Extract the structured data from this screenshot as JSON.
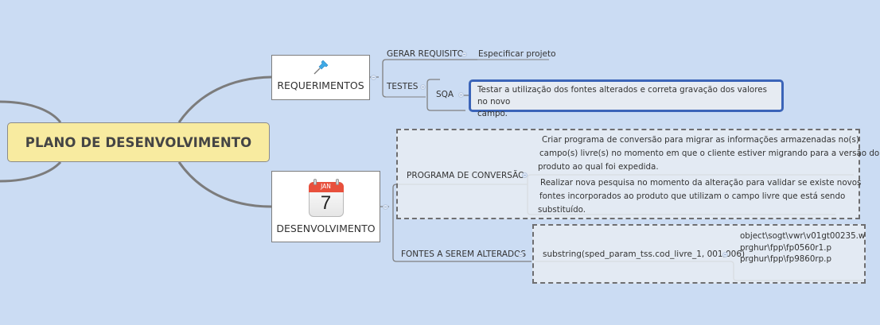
{
  "central_topic": {
    "label": "PLANO DE DESENVOLVIMENTO",
    "fill_color": "#f8eba0"
  },
  "main_topics": [
    {
      "label": "REQUERIMENTOS",
      "icon": "pushpin-icon",
      "subtopics": [
        {
          "label": "GERAR REQUISITO",
          "children": [
            {
              "label": "Especificar projeto"
            }
          ]
        },
        {
          "label": "TESTES",
          "children": [
            {
              "label": "SQA",
              "children": [
                {
                  "label": "Testar a utilização dos fontes alterados e correta gravação dos valores no novo campo.",
                  "lines": [
                    "Testar a utilização dos fontes alterados e correta gravação dos valores no novo",
                    "campo."
                  ]
                }
              ]
            }
          ]
        }
      ]
    },
    {
      "label": "DESENVOLVIMENTO",
      "icon": "calendar-icon",
      "calendar": {
        "month": "JAN",
        "day": "7"
      },
      "subtopics": [
        {
          "label": "PROGRAMA DE CONVERSÃO",
          "children": [
            {
              "lines": [
                "Criar programa de conversão para migrar as informações armazenadas no(s)",
                "campo(s) livre(s) no momento em que o cliente estiver migrando para a versão do",
                "produto ao qual foi expedida."
              ]
            },
            {
              "lines": [
                "Realizar nova pesquisa no momento da alteração para validar se existe novos",
                "fontes incorporados ao produto que utilizam o campo livre que está sendo",
                "substituído."
              ]
            }
          ]
        },
        {
          "label": "FONTES A SEREM ALTERADOS",
          "children": [
            {
              "label": "substring(sped_param_tss.cod_livre_1, 001,006)",
              "children": [
                {
                  "lines": [
                    "object\\sogt\\vwr\\v01gt00235.w",
                    "prghur\\fpp\\fp0560r1.p",
                    "prghur\\fpp\\fp9860rp.p"
                  ]
                }
              ]
            }
          ]
        }
      ]
    }
  ],
  "colors": {
    "background": "#cbdcf3",
    "highlight_border": "#3b64b8",
    "boundary_border": "#6e6e70",
    "connector": "#7a7a7a"
  }
}
